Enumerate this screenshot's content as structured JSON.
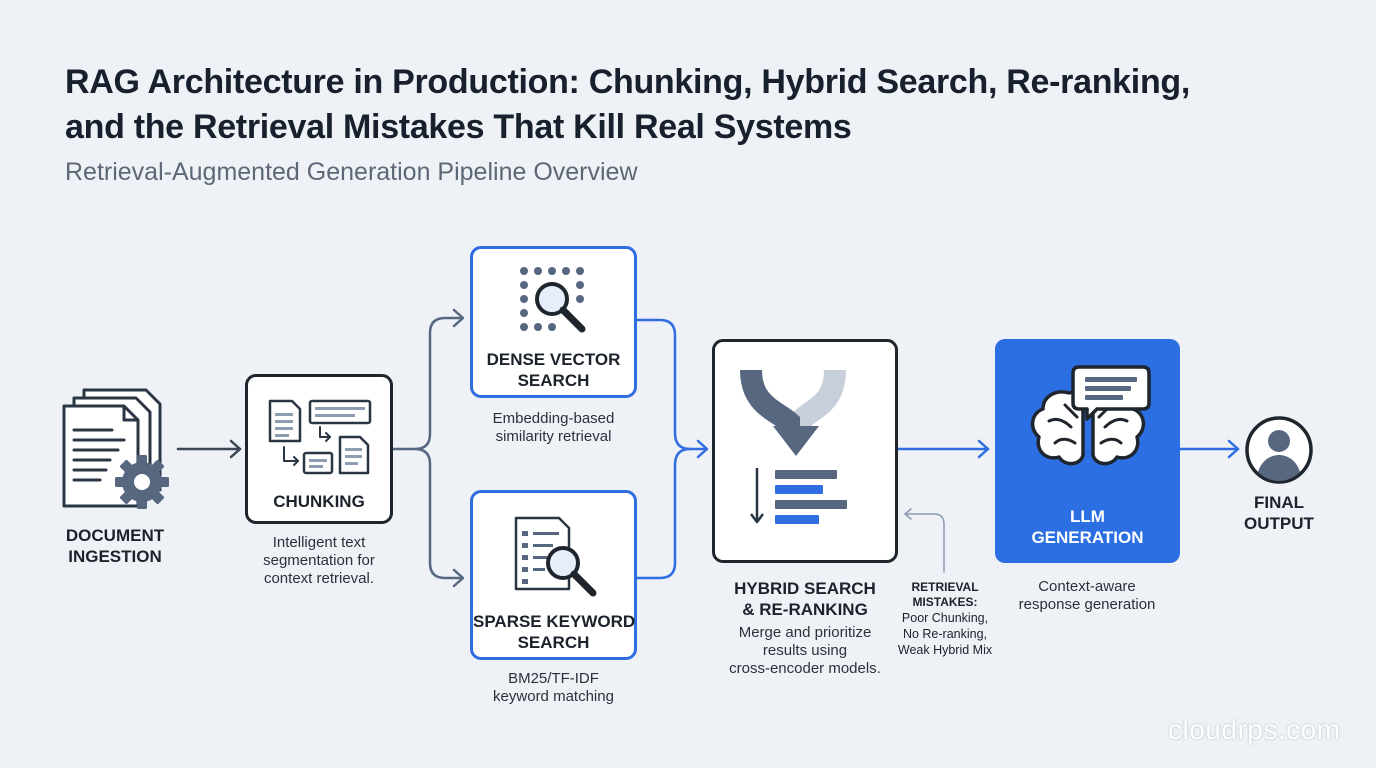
{
  "header": {
    "title_line1": "RAG Architecture in Production: Chunking, Hybrid Search, Re-ranking,",
    "title_line2": "and the Retrieval Mistakes That Kill Real Systems",
    "subtitle": "Retrieval-Augmented Generation Pipeline Overview"
  },
  "nodes": {
    "ingestion": {
      "label_line1": "DOCUMENT",
      "label_line2": "INGESTION",
      "icon": "documents-gear-icon"
    },
    "chunking": {
      "label": "CHUNKING",
      "desc_line1": "Intelligent text",
      "desc_line2": "segmentation for",
      "desc_line3": "context retrieval.",
      "icon": "chunking-icon"
    },
    "dense": {
      "label_line1": "DENSE VECTOR",
      "label_line2": "SEARCH",
      "desc_line1": "Embedding-based",
      "desc_line2": "similarity retrieval",
      "icon": "vector-search-icon"
    },
    "sparse": {
      "label_line1": "SPARSE KEYWORD",
      "label_line2": "SEARCH",
      "desc_line1": "BM25/TF-IDF",
      "desc_line2": "keyword matching",
      "icon": "keyword-search-icon"
    },
    "hybrid": {
      "label_line1": "HYBRID SEARCH",
      "label_line2": "& RE-RANKING",
      "desc_line1": "Merge and prioritize",
      "desc_line2": "results using",
      "desc_line3": "cross-encoder models.",
      "icon": "merge-rank-icon"
    },
    "llm": {
      "label_line1": "LLM",
      "label_line2": "GENERATION",
      "desc_line1": "Context-aware",
      "desc_line2": "response generation",
      "icon": "brain-chat-icon"
    },
    "output": {
      "label_line1": "FINAL",
      "label_line2": "OUTPUT",
      "icon": "user-avatar-icon"
    }
  },
  "mistakes": {
    "heading_line1": "RETRIEVAL",
    "heading_line2": "MISTAKES:",
    "items": [
      "Poor Chunking,",
      "No Re-ranking,",
      "Weak Hybrid Mix"
    ]
  },
  "watermark": "cloudrps.com",
  "colors": {
    "background": "#eef2f7",
    "dark": "#1f252d",
    "accent_blue": "#2f6de0",
    "llm_fill": "#2c6fe2",
    "slate": "#56677f"
  }
}
